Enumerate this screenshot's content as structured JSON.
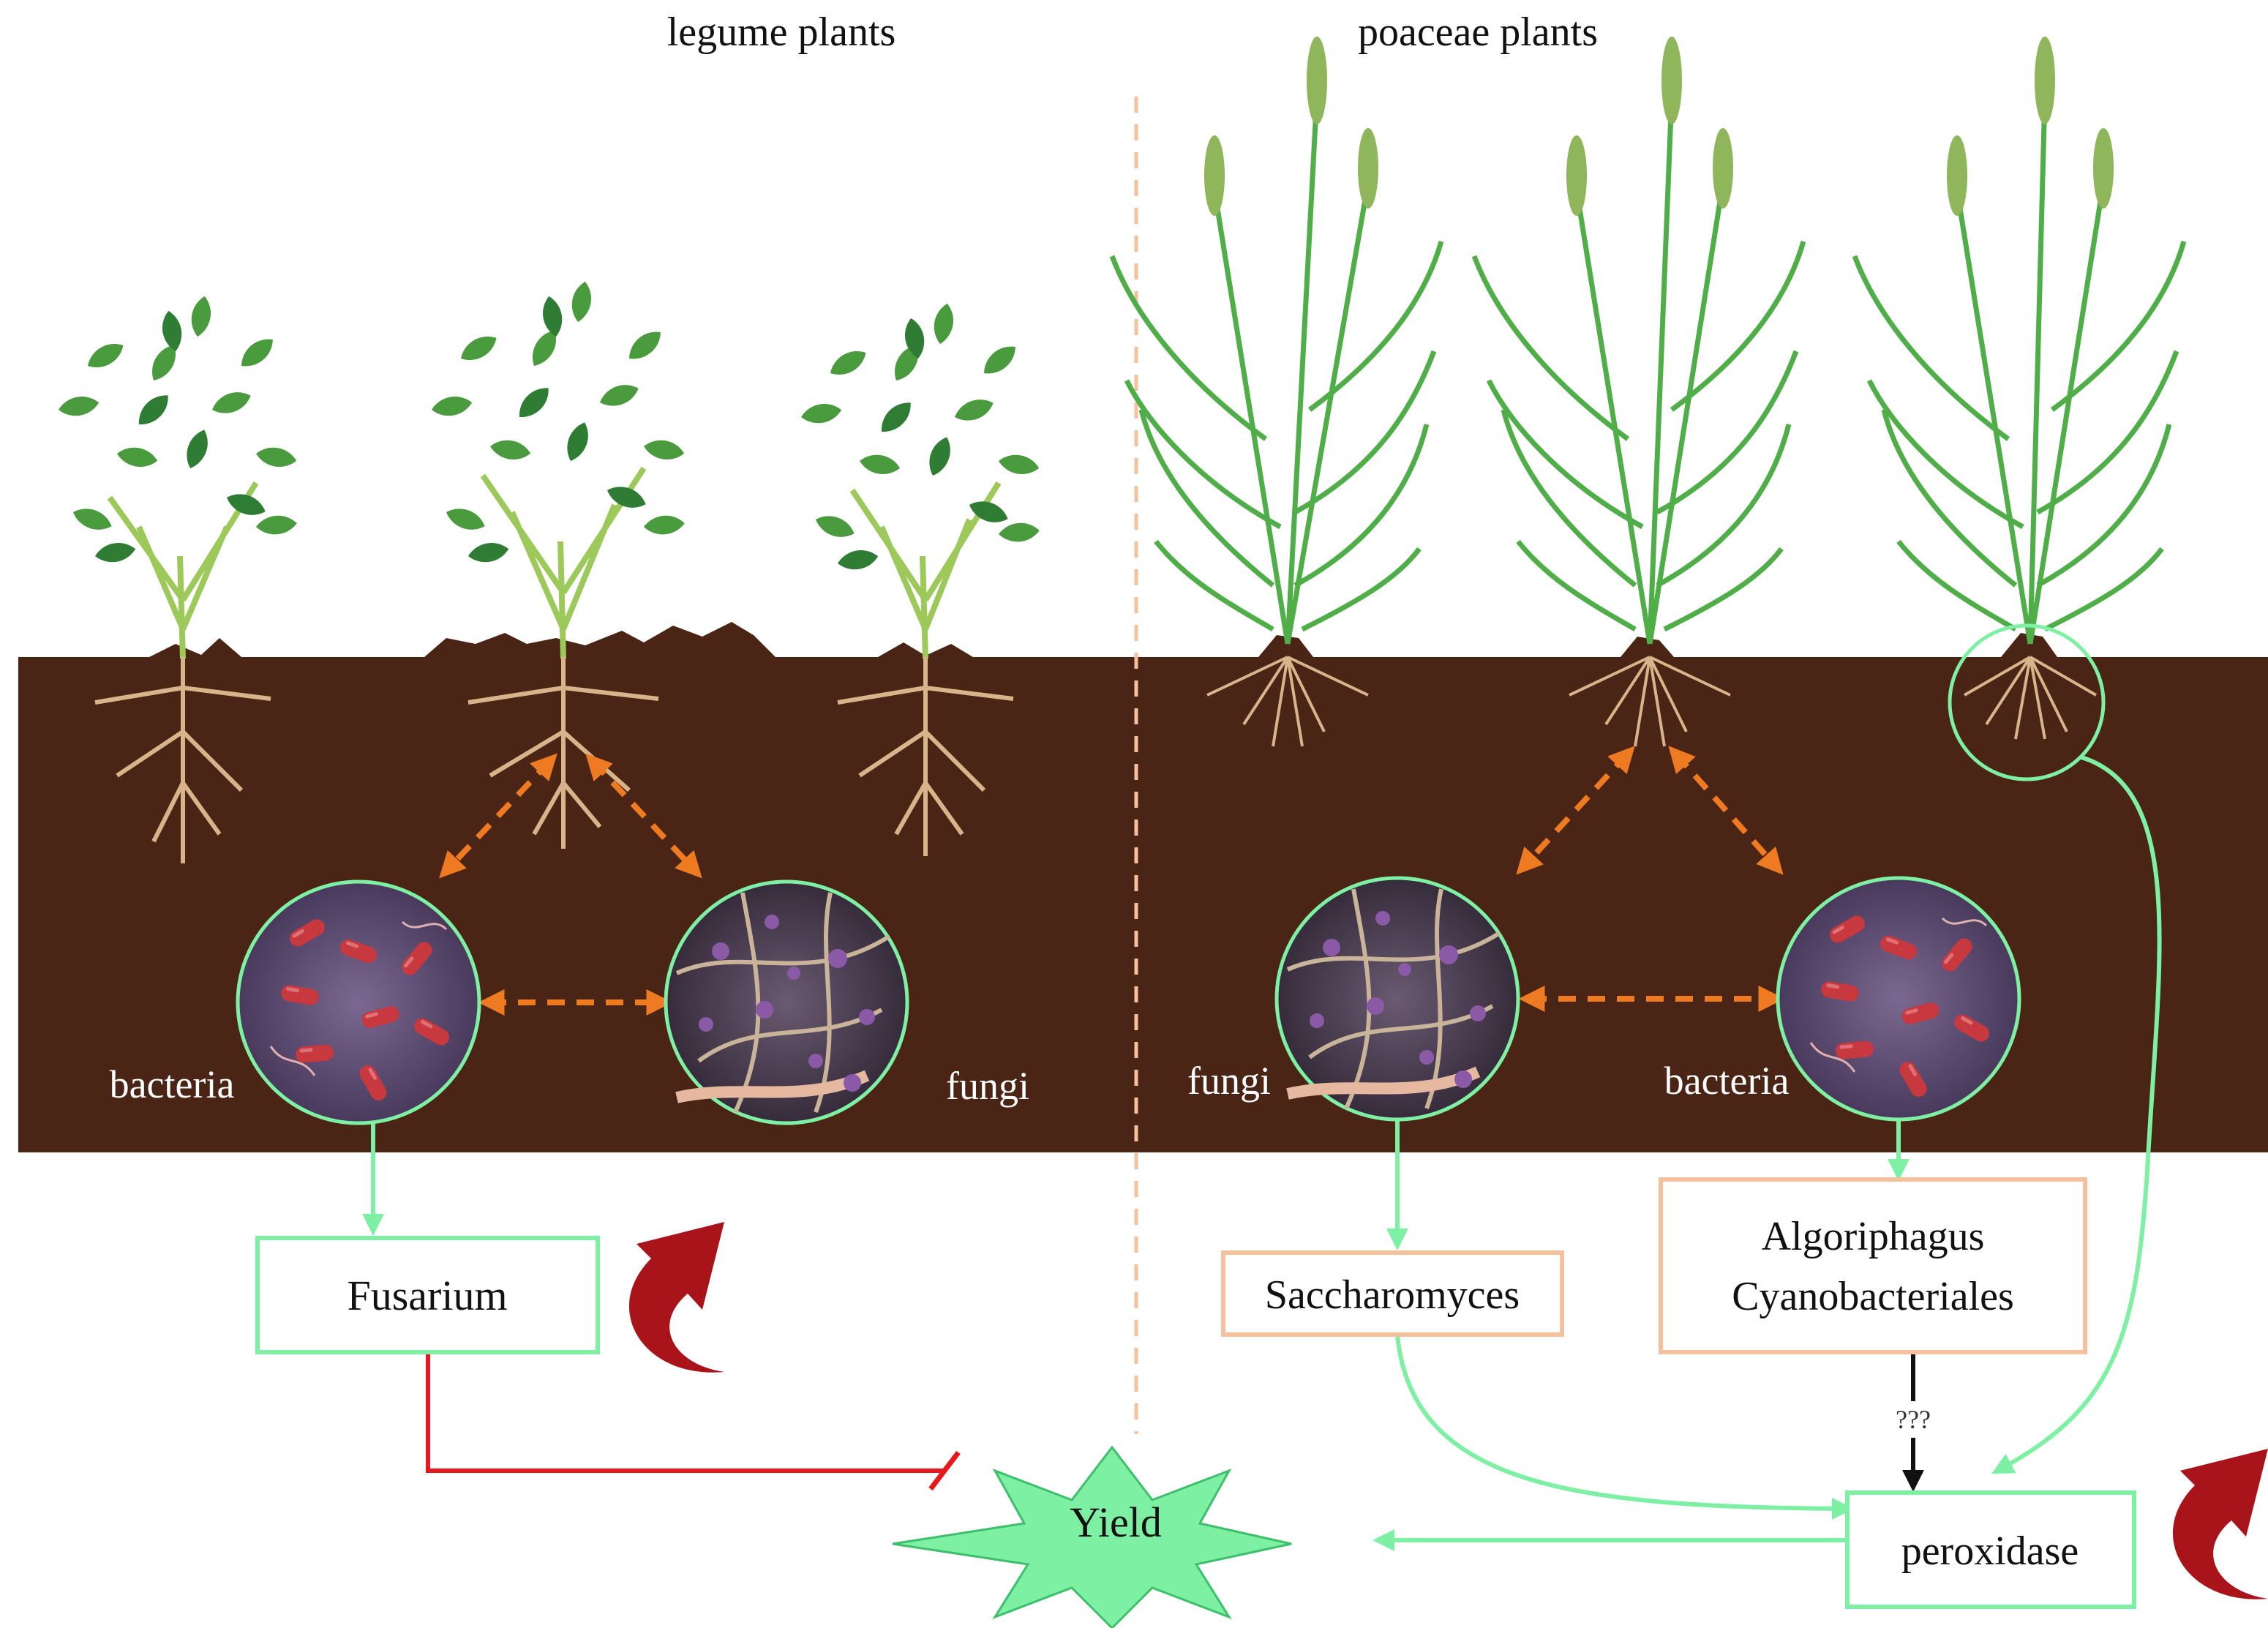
{
  "headings": {
    "left": "legume plants",
    "right": "poaceae plants"
  },
  "labels": {
    "left_bacteria": "bacteria",
    "left_fungi": "fungi",
    "right_fungi": "fungi",
    "right_bacteria": "bacteria"
  },
  "boxes": {
    "fusarium": "Fusarium",
    "saccharomyces": "Saccharomyces",
    "algoriphagus": "Algoriphagus",
    "cyanobacteriales": "Cyanobacteriales",
    "peroxidase": "peroxidase"
  },
  "yield_label": "Yield",
  "unknown_link": "???",
  "colors": {
    "soil": "#4a2414",
    "green_line": "#7ef0a4",
    "orange_dash": "#ee7a22",
    "box_orange": "#f5c19c",
    "inhibit_red": "#e8161d",
    "increase_arrow": "#a8141a",
    "leaf_dark": "#3e9a3c",
    "leaf_light": "#6fc24c",
    "grass": "#4fae48",
    "root": "#d9b48a",
    "microbe_bg": "#5c4a6c",
    "bacterium": "#c7383f",
    "hypha": "#c9b49a",
    "spore": "#8a5aa6"
  }
}
